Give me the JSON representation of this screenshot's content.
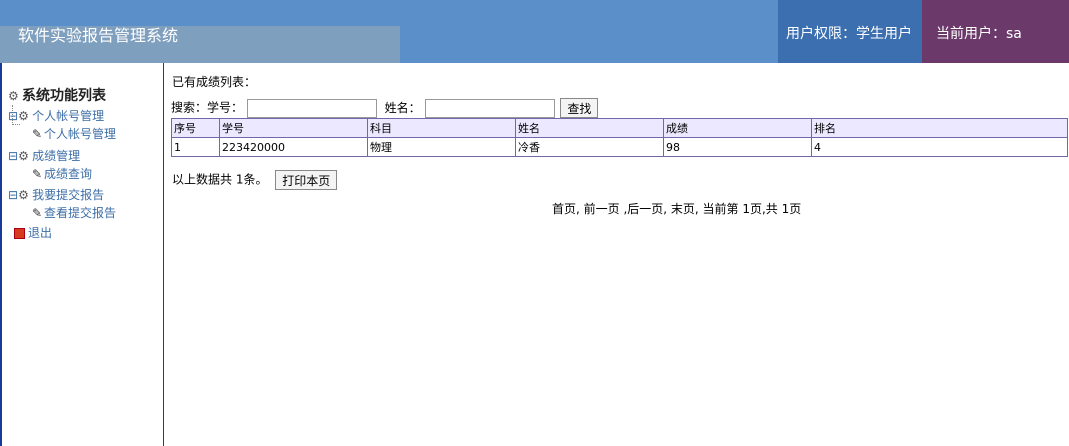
{
  "header": {
    "title": "软件实验报告管理系统",
    "role": "用户权限：学生用户",
    "user": "当前用户：sa"
  },
  "sidebar": {
    "heading": "系统功能列表",
    "items": [
      {
        "label": "个人帐号管理",
        "children": [
          "个人帐号管理"
        ]
      },
      {
        "label": "成绩管理",
        "children": [
          "成绩查询"
        ]
      },
      {
        "label": "我要提交报告",
        "children": [
          "查看提交报告"
        ]
      }
    ],
    "exit": "退出"
  },
  "main": {
    "caption": "已有成绩列表：",
    "search": {
      "label_no": "搜索：学号：",
      "label_name": "姓名：",
      "button": "查找"
    },
    "table": {
      "headers": [
        "序号",
        "学号",
        "科目",
        "姓名",
        "成绩",
        "排名"
      ],
      "rows": [
        [
          "1",
          "223420000",
          "物理",
          "冷香",
          "98",
          "4"
        ]
      ]
    },
    "summary": "以上数据共 1条。",
    "print_button": "打印本页",
    "pager": "首页, 前一页 ,后一页, 末页, 当前第 1页,共 1页"
  }
}
